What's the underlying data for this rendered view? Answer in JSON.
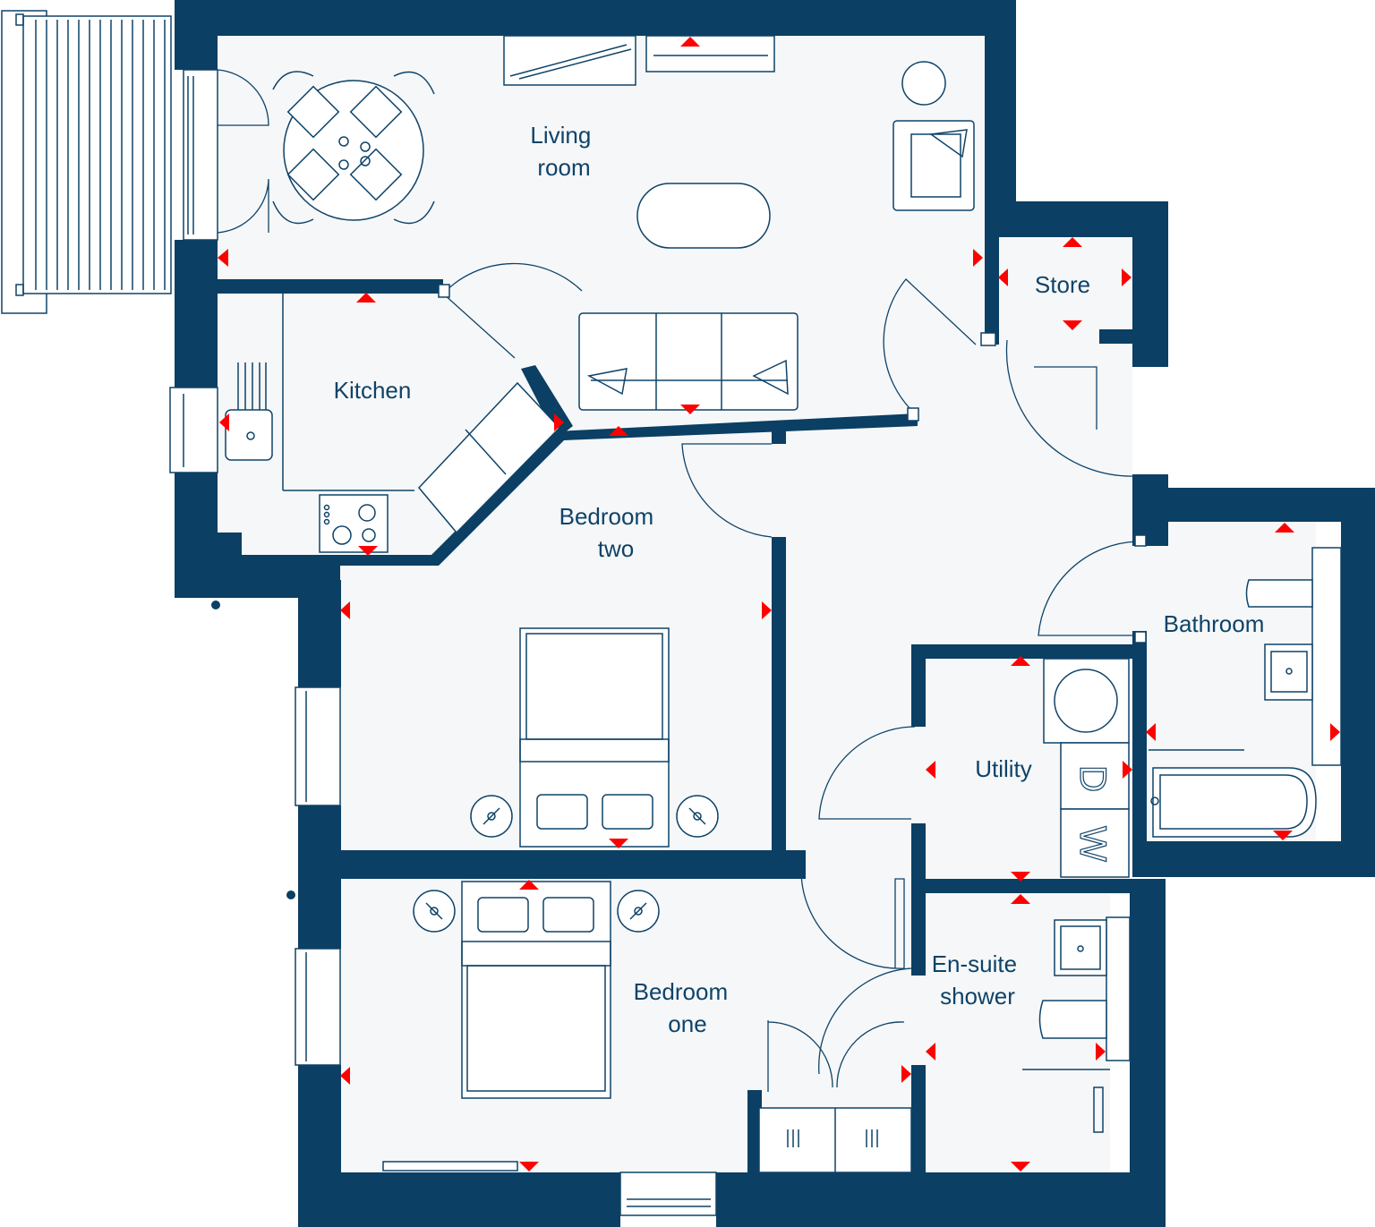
{
  "floor_plan": {
    "colors": {
      "wall": "#0b3f63",
      "floor": "#f6f7f8",
      "line": "#0e4369",
      "marker": "#ff0000"
    },
    "rooms": [
      {
        "key": "living_room",
        "line1": "Living",
        "line2": "room"
      },
      {
        "key": "kitchen",
        "line1": "Kitchen",
        "line2": ""
      },
      {
        "key": "store",
        "line1": "Store",
        "line2": ""
      },
      {
        "key": "bedroom_two",
        "line1": "Bedroom",
        "line2": "two"
      },
      {
        "key": "bathroom",
        "line1": "Bathroom",
        "line2": ""
      },
      {
        "key": "utility",
        "line1": "Utility",
        "line2": ""
      },
      {
        "key": "bedroom_one",
        "line1": "Bedroom",
        "line2": "one"
      },
      {
        "key": "en_suite",
        "line1": "En-suite",
        "line2": "shower"
      }
    ],
    "appliance_labels": {
      "dishwasher": "D",
      "washing_machine": "W"
    }
  }
}
